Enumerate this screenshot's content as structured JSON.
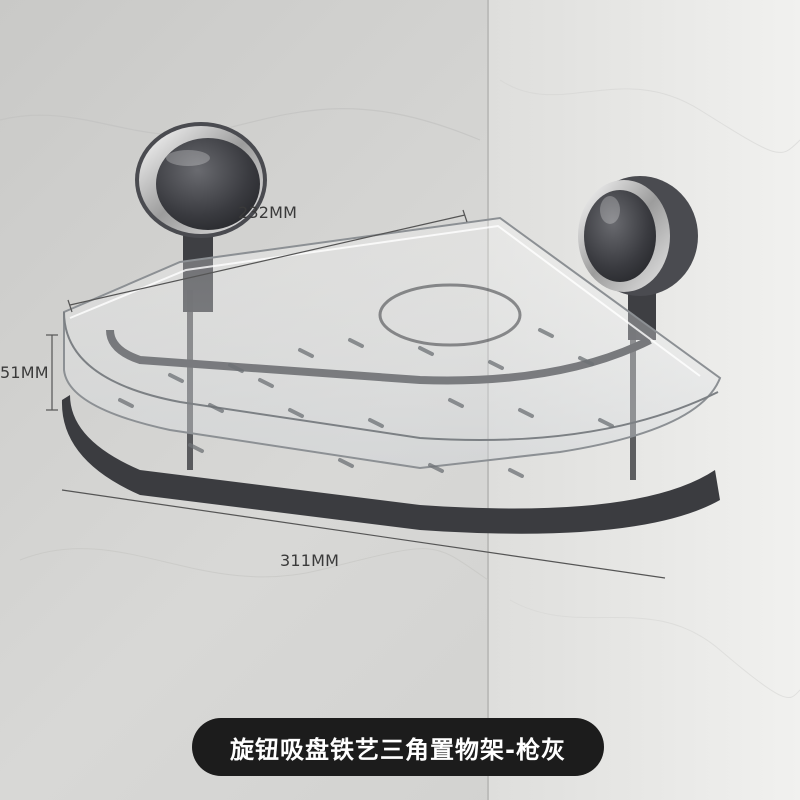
{
  "product": {
    "caption": "旋钮吸盘铁艺三角置物架-枪灰",
    "color_accent": "#1c1c1c"
  },
  "dimensions": {
    "width_label": "232MM",
    "height_label": "51MM",
    "length_label": "311MM"
  },
  "scene": {
    "wall_left_color": "#d6d6d4",
    "wall_right_color": "#ececea",
    "frame_color": "#3b3c40"
  }
}
